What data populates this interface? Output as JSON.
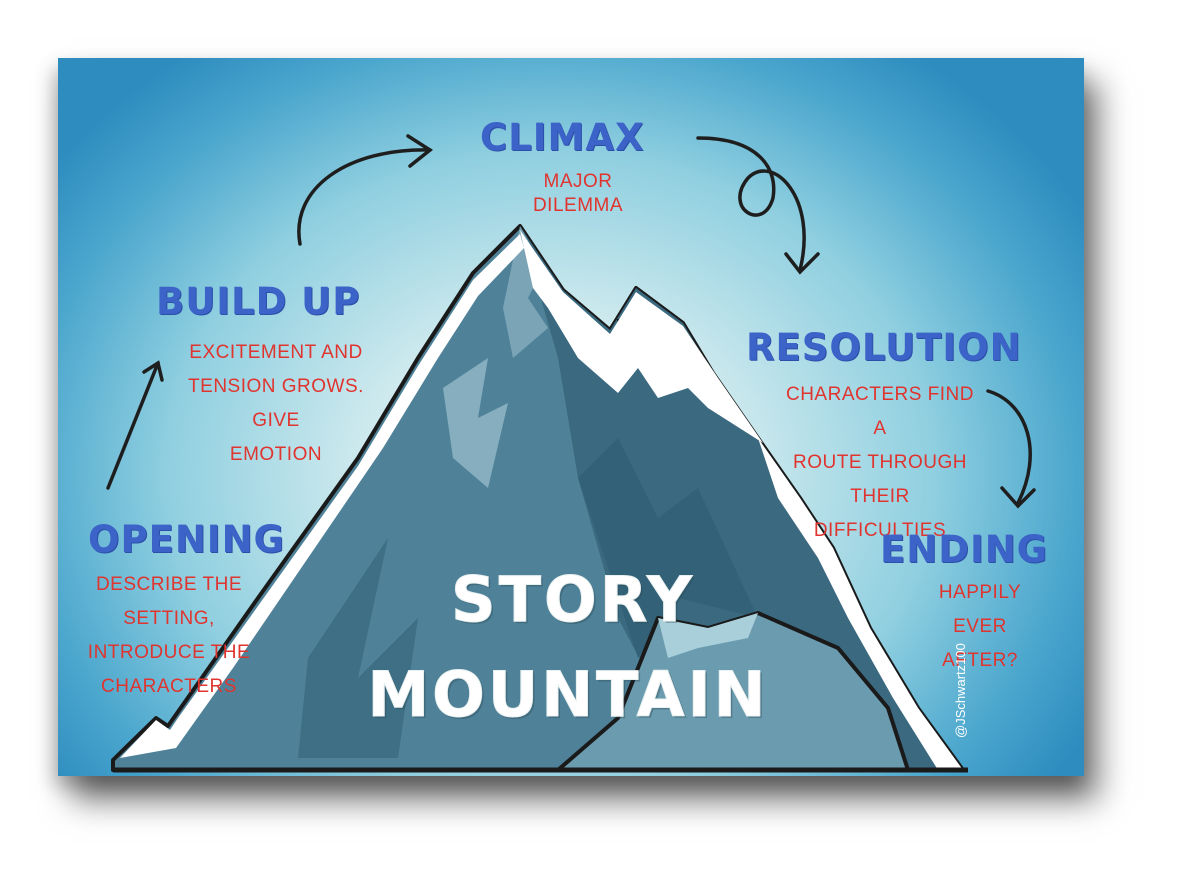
{
  "stages": {
    "climax": {
      "title": "CLIMAX",
      "desc": "MAJOR DILEMMA"
    },
    "build_up": {
      "title": "BUILD UP",
      "desc": "EXCITEMENT AND\nTENSION GROWS. GIVE\nEMOTION"
    },
    "resolution": {
      "title": "RESOLUTION",
      "desc": "CHARACTERS FIND A\nROUTE THROUGH THEIR\nDIFFICULTIES"
    },
    "opening": {
      "title": "OPENING",
      "desc": "DESCRIBE THE SETTING,\nINTRODUCE THE\nCHARACTERS"
    },
    "ending": {
      "title": "ENDING",
      "desc": "HAPPILY EVER\nAFTER?"
    }
  },
  "main_title": {
    "line1": "STORY",
    "line2": "MOUNTAIN"
  },
  "credit": "@JSchwartz100",
  "colors": {
    "heading": "#3b63c8",
    "description": "#e0342f",
    "mountain_dark": "#3e6f86",
    "mountain_mid": "#5b8ea3",
    "snow": "#ffffff",
    "arrow": "#1e1e1e"
  }
}
